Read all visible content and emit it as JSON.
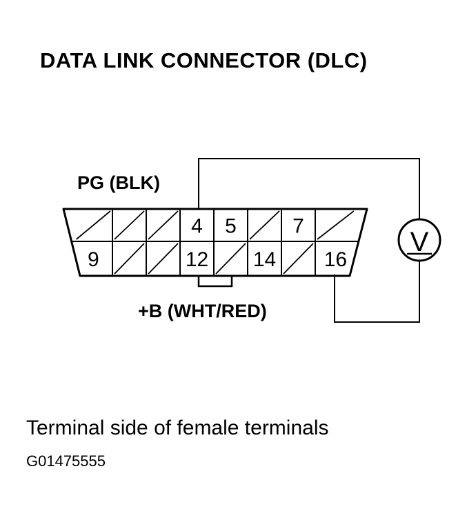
{
  "title": "DATA LINK CONNECTOR (DLC)",
  "labels": {
    "ground": "PG (BLK)",
    "battery": "+B (WHT/RED)"
  },
  "connector": {
    "top_row": [
      "",
      "",
      "",
      "4",
      "5",
      "",
      "7",
      ""
    ],
    "bottom_row": [
      "9",
      "",
      "",
      "12",
      "",
      "14",
      "",
      "16"
    ]
  },
  "meter_symbol": "V",
  "caption": "Terminal side of female terminals",
  "figure_code": "G01475555"
}
